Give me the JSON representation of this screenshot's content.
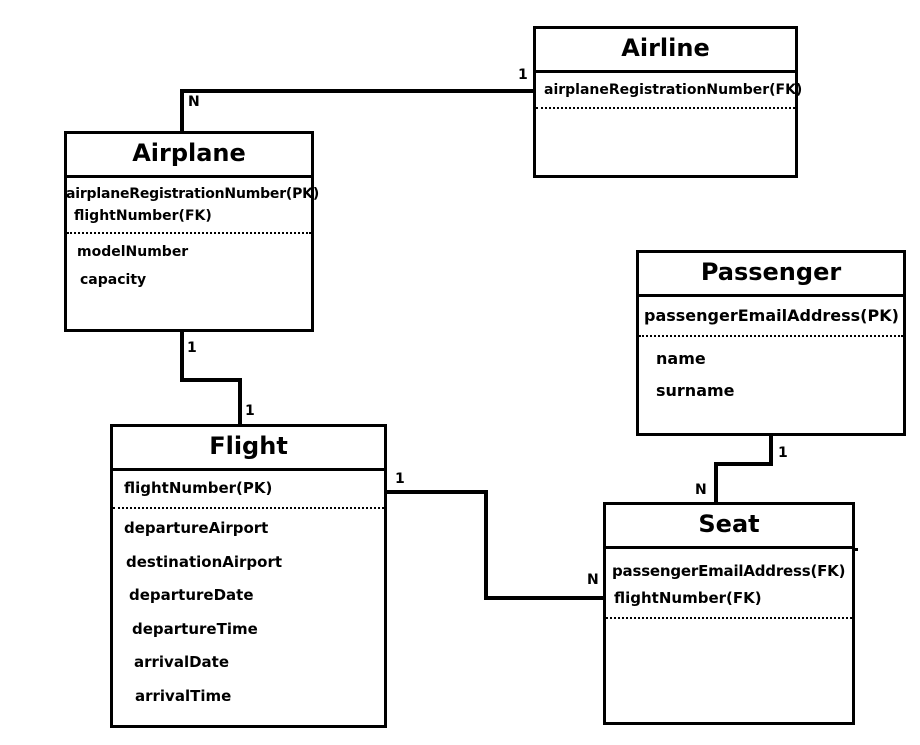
{
  "entities": {
    "airline": {
      "title": "Airline",
      "keys": [
        "airplaneRegistrationNumber(FK)"
      ],
      "attributes": []
    },
    "airplane": {
      "title": "Airplane",
      "keys": [
        "airplaneRegistrationNumber(PK)",
        "flightNumber(FK)"
      ],
      "attributes": [
        "modelNumber",
        "capacity"
      ]
    },
    "passenger": {
      "title": "Passenger",
      "keys": [
        "passengerEmailAddress(PK)"
      ],
      "attributes": [
        "name",
        "surname"
      ]
    },
    "flight": {
      "title": "Flight",
      "keys": [
        "flightNumber(PK)"
      ],
      "attributes": [
        "departureAirport",
        "destinationAirport",
        "departureDate",
        "departureTime",
        "arrivalDate",
        "arrivalTime"
      ]
    },
    "seat": {
      "title": "Seat",
      "keys": [
        "passengerEmailAddress(FK)",
        "flightNumber(FK)"
      ],
      "attributes": []
    }
  },
  "relationships": [
    {
      "from": "airline",
      "to": "airplane",
      "from_cardinality": "1",
      "to_cardinality": "N"
    },
    {
      "from": "airplane",
      "to": "flight",
      "from_cardinality": "1",
      "to_cardinality": "1"
    },
    {
      "from": "flight",
      "to": "seat",
      "from_cardinality": "1",
      "to_cardinality": "N"
    },
    {
      "from": "passenger",
      "to": "seat",
      "from_cardinality": "1",
      "to_cardinality": "N"
    }
  ]
}
